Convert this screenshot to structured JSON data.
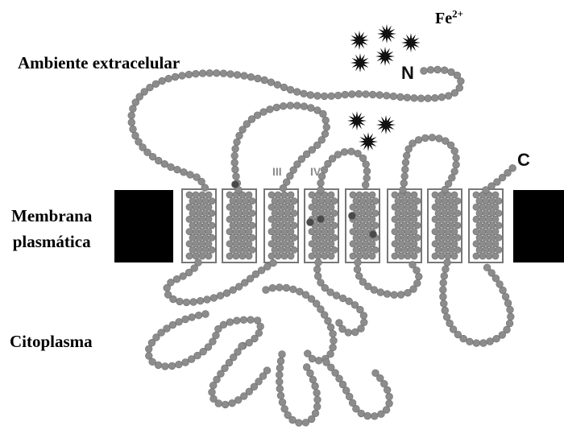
{
  "labels": {
    "extracellular": "Ambiente extracelular",
    "membrane_line1": "Membrana",
    "membrane_line2": "plasmática",
    "cytoplasm": "Citoplasma",
    "ion_base": "Fe",
    "ion_charge": "2+"
  },
  "termini": {
    "n": "N",
    "c": "C"
  },
  "segments": {
    "iii": "III",
    "iv": "IV"
  },
  "colors": {
    "residue": "#8c8c8c",
    "residue_stroke": "#6e6e6e",
    "membrane_block": "#000000",
    "ion": "#111111",
    "marked_residue": "#4a4a4a"
  },
  "icons": {
    "iron_ion": "star-burst-icon",
    "membrane_blocks": "black-rectangle"
  }
}
